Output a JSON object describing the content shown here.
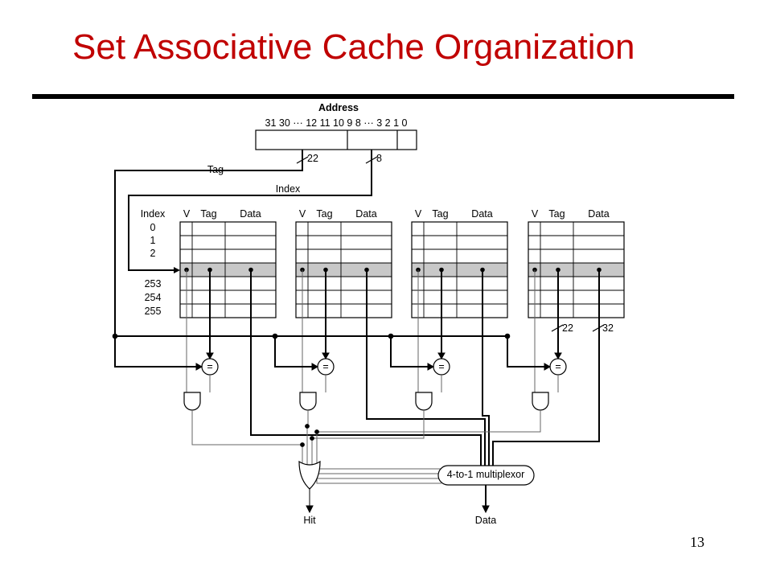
{
  "slide": {
    "title": "Set Associative Cache Organization",
    "page_number": "13"
  },
  "diagram": {
    "address": {
      "label": "Address",
      "bit_numbers": "31 30 ··· 12 11 10 9 8 ··· 3 2 1 0",
      "tag_width": "22",
      "index_width": "8"
    },
    "signals": {
      "tag": "Tag",
      "index": "Index",
      "tag_compare_width": "22",
      "data_width": "32"
    },
    "ways": {
      "column_headers": [
        "V",
        "Tag",
        "Data"
      ],
      "count": 4
    },
    "index_column": {
      "header": "Index",
      "top_rows": [
        "0",
        "1",
        "2"
      ],
      "bottom_rows": [
        "253",
        "254",
        "255"
      ]
    },
    "comparator_symbol": "=",
    "mux_label": "4-to-1 multiplexor",
    "outputs": {
      "hit": "Hit",
      "data": "Data"
    }
  }
}
